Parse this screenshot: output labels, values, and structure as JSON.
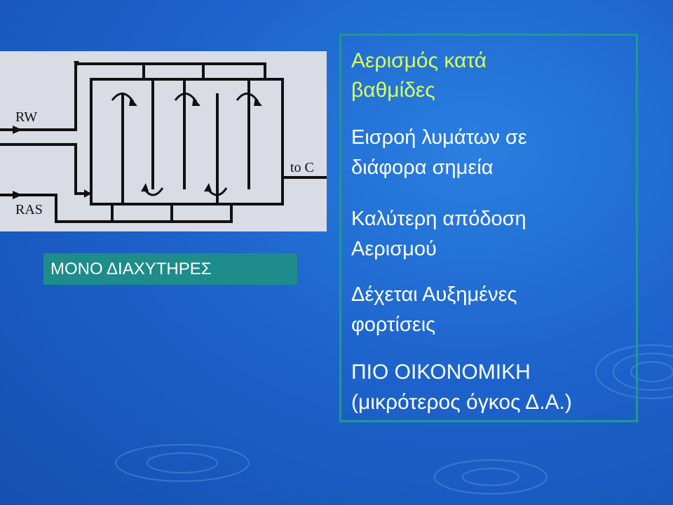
{
  "diagram": {
    "labels": {
      "rw": "RW",
      "ras": "RAS",
      "to_c": "to C"
    }
  },
  "caption": "ΜΟΝΟ ΔΙΑΧΥΤΗΡΕΣ",
  "text_panel": {
    "title_lines": [
      "Αερισμός κατά",
      "βαθμίδες"
    ],
    "items": [
      {
        "lines": [
          "Εισροή λυμάτων  σε",
          "διάφορα σημεία"
        ]
      },
      {
        "lines": [
          "Καλύτερη απόδοση",
          "Αερισμού"
        ]
      },
      {
        "lines": [
          "Δέχεται Αυξημένες",
          "φορτίσεις"
        ]
      },
      {
        "lines": [
          "ΠΙΟ ΟΙΚΟΝΟΜΙΚΗ",
          "(μικρότερος όγκος Δ.Α.)"
        ]
      }
    ]
  },
  "colors": {
    "title": "#d8ff5a",
    "text": "#ffffff",
    "caption_bg": "#1e8c8a",
    "panel_border": "#1f9a8c",
    "background": "#1d63cc"
  }
}
